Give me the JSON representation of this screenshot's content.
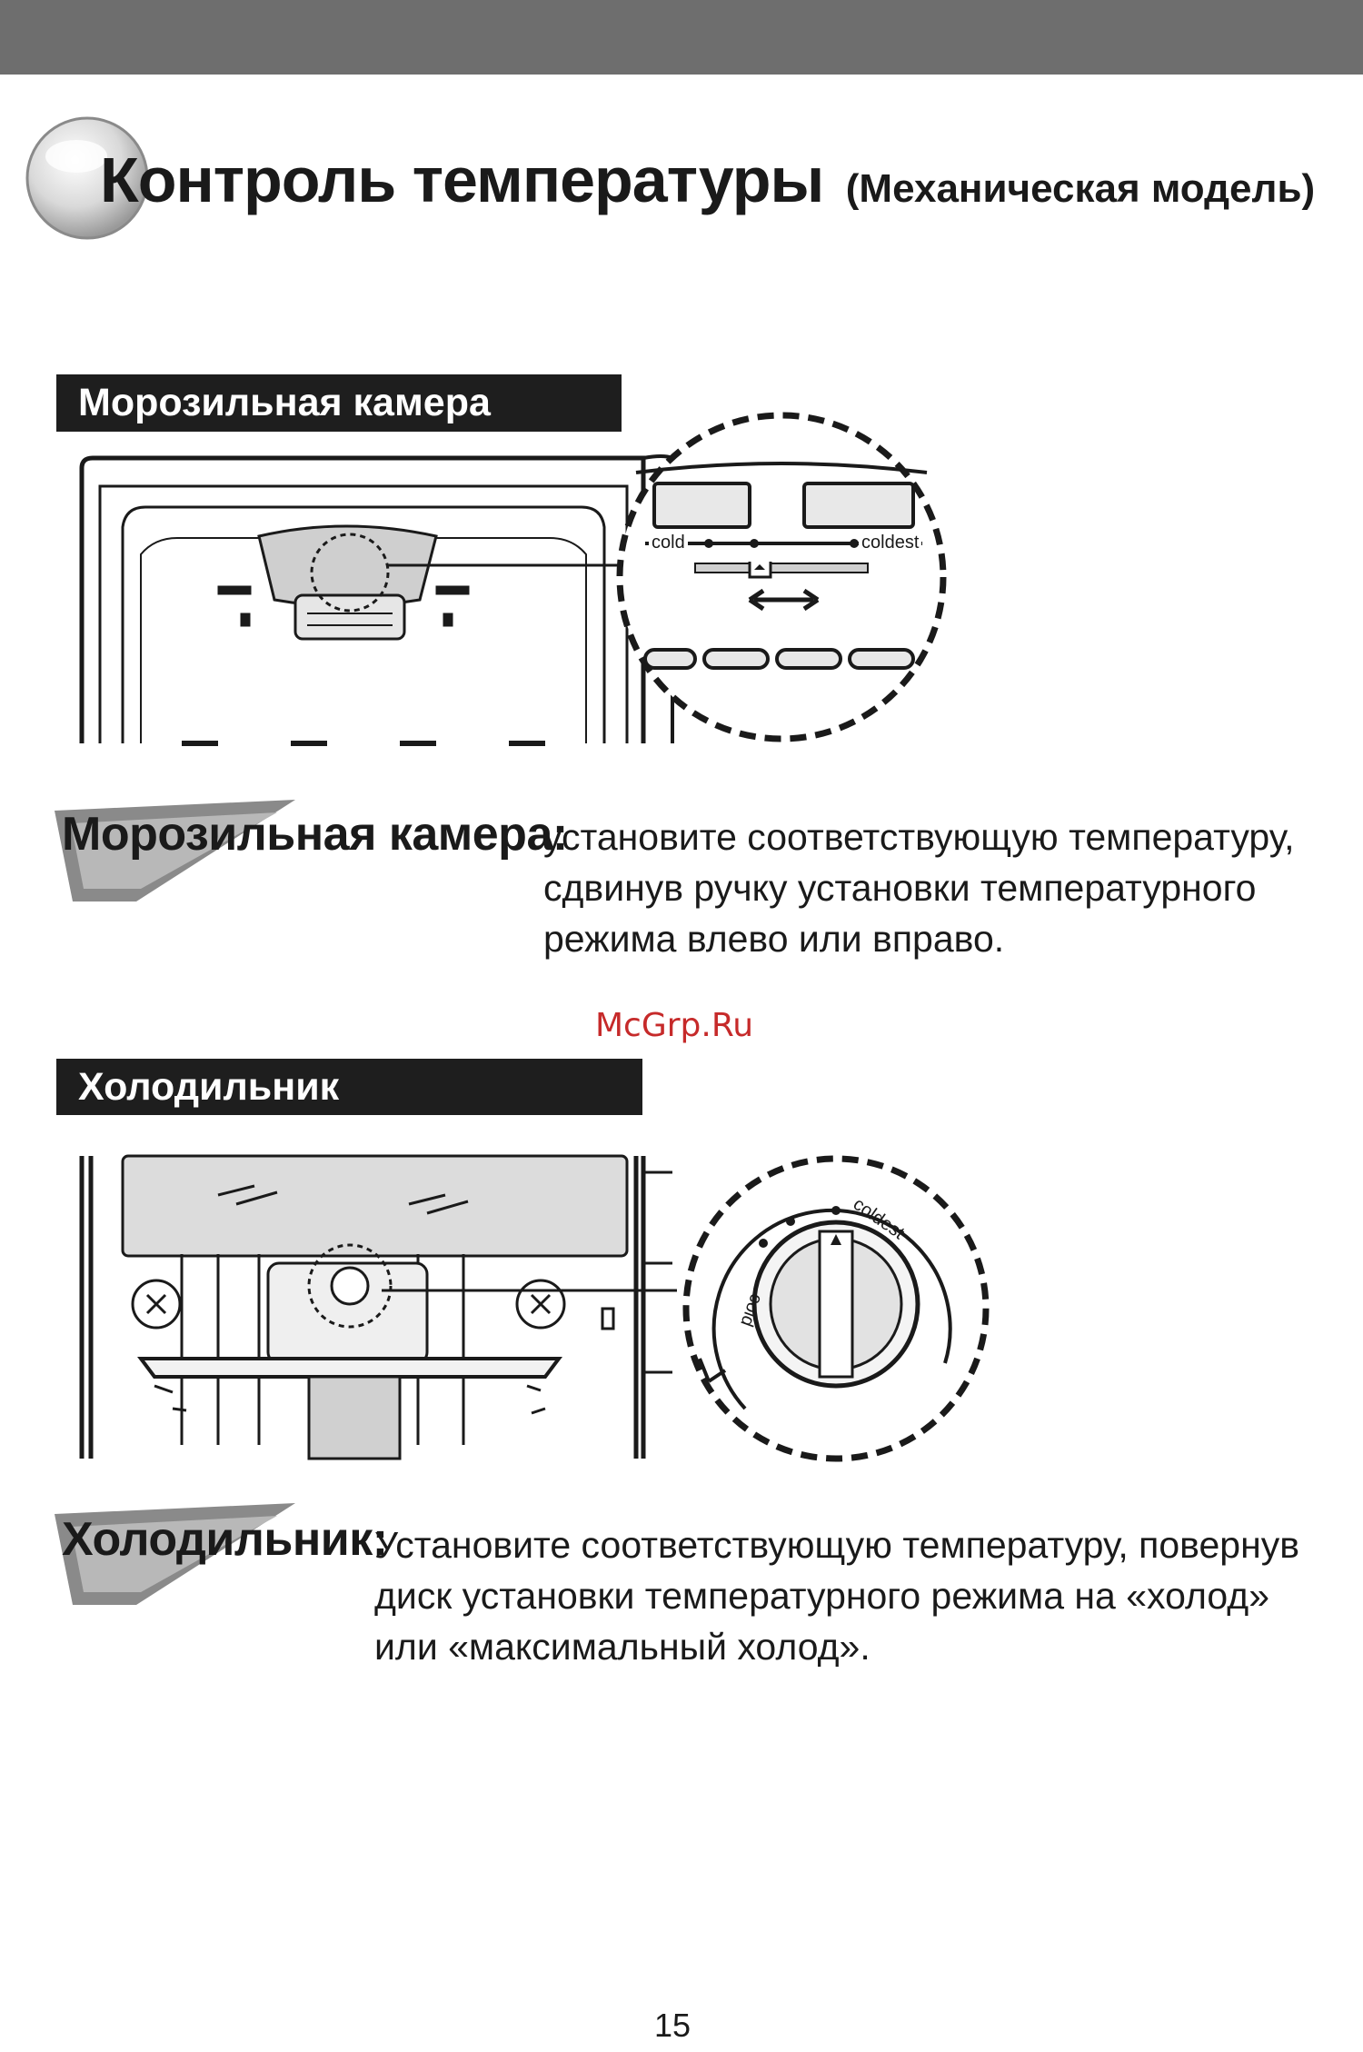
{
  "title": {
    "main": "Контроль температуры",
    "sub": "(Механическая модель)"
  },
  "freezer": {
    "header": "Морозильная камера",
    "label_cold": "cold",
    "label_coldest": "coldest",
    "instruction_label": "Морозильная камера:",
    "instruction_lines": [
      "установите соответствующую температуру,",
      "сдвинув ручку установки температурного",
      "режима влево или вправо."
    ]
  },
  "fridge": {
    "header": "Холодильник",
    "label_cold": "cold",
    "label_coldest": "coldest",
    "instruction_label": "Холодильник:",
    "instruction_lines": [
      "Установите соответствующую температуру, повернув",
      "диск установки температурного режима на «холод»",
      "или «максимальный холод»."
    ]
  },
  "watermark": "McGrp.Ru",
  "page_number": "15",
  "colors": {
    "top_bar": "#6e6e6e",
    "header_bg": "#1e1e1e",
    "watermark": "#c62a2a",
    "accent_gray": "#8a8a8a"
  }
}
